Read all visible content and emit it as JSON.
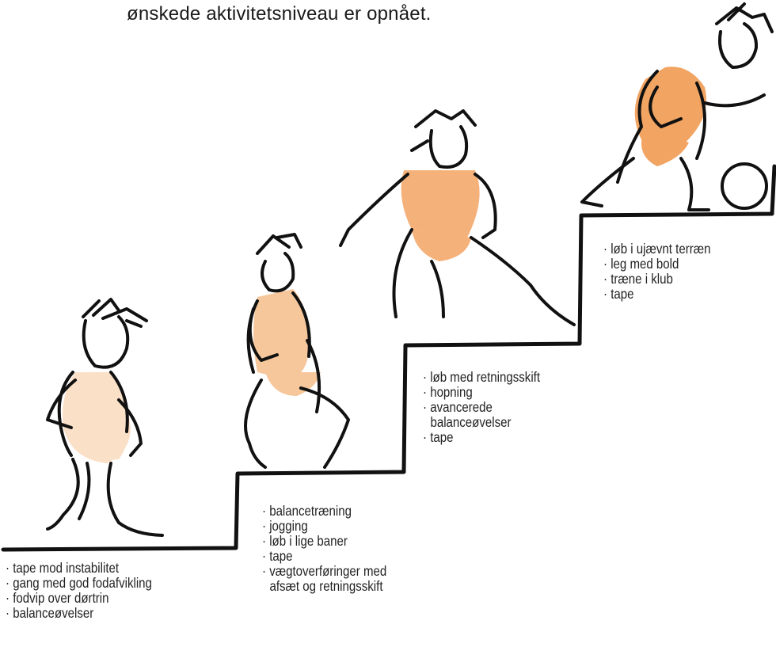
{
  "heading": {
    "text": "ønskede aktivitetsniveau er opnået."
  },
  "steps": [
    {
      "items": [
        "· tape mod instabilitet",
        "· gang med god fodafvikling",
        "· fodvip over dørtrin",
        "· balanceøvelser"
      ]
    },
    {
      "items": [
        "· balancetræning",
        "· jogging",
        "· løb i lige baner",
        "· tape",
        "· vægtoverføringer med",
        "afsæt og retningsskift"
      ]
    },
    {
      "items": [
        "· løb med retningsskift",
        "· hopning",
        "· avancerede",
        "balanceøvelser",
        "· tape"
      ]
    },
    {
      "items": [
        "· løb i ujævnt terræn",
        "· leg med bold",
        "· træne i klub",
        "· tape"
      ]
    }
  ],
  "colors": {
    "figure_fill_1": "#fbe0c8",
    "figure_fill_2": "#f7c79c",
    "figure_fill_3": "#f5b17a",
    "figure_fill_4": "#f2a462",
    "ink": "#111111"
  },
  "icons": [
    "walking-figure-icon",
    "balancing-figure-icon",
    "lunging-figure-icon",
    "football-player-icon"
  ]
}
